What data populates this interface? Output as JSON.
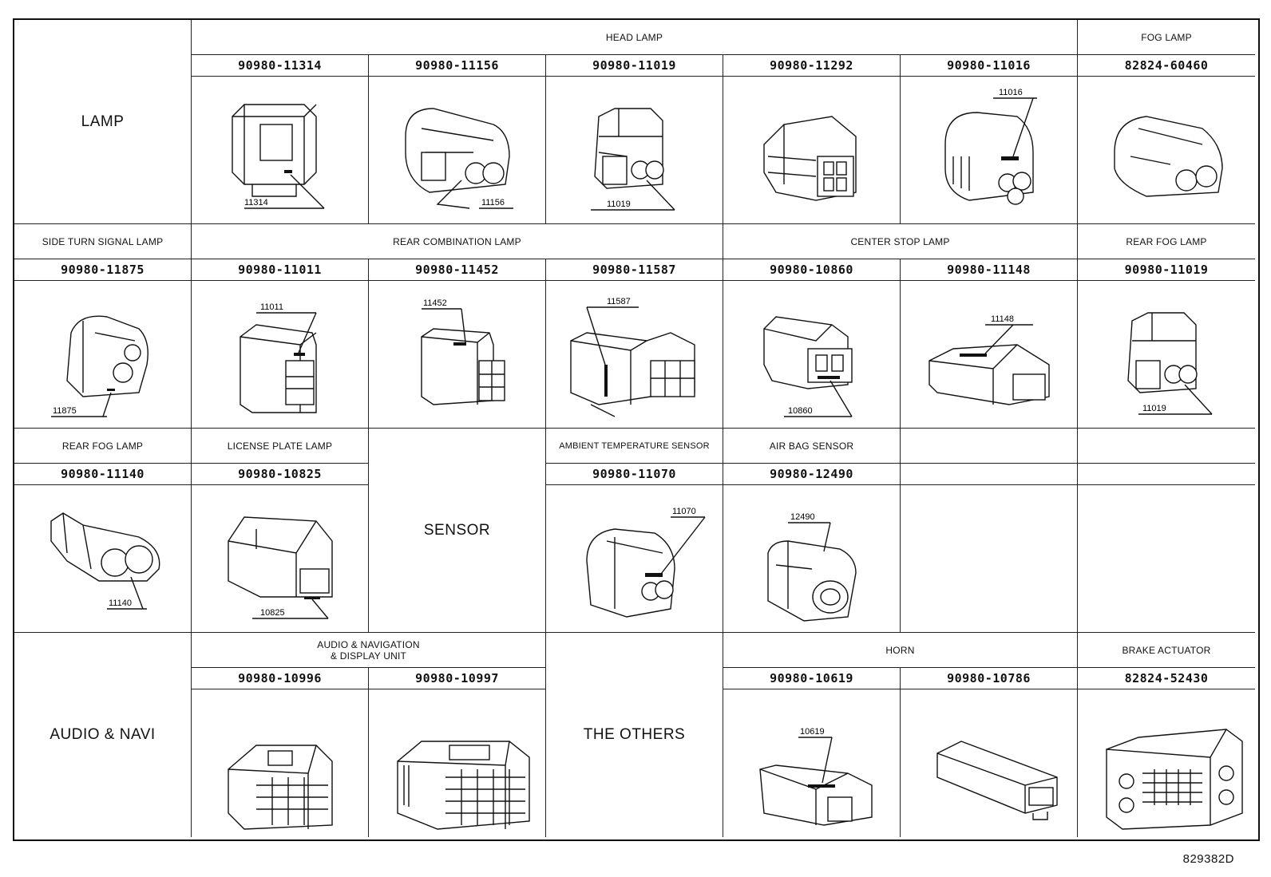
{
  "figure_id": "829382D",
  "row1": {
    "category": "LAMP",
    "head_lamp": "HEAD LAMP",
    "fog_lamp": "FOG LAMP",
    "parts": [
      "90980-11314",
      "90980-11156",
      "90980-11019",
      "90980-11292",
      "90980-11016",
      "82824-60460"
    ],
    "captions": [
      "11314",
      "11156",
      "11019",
      "",
      "11016",
      ""
    ]
  },
  "row2": {
    "side_turn": "SIDE TURN SIGNAL LAMP",
    "rear_combo": "REAR COMBINATION LAMP",
    "center_stop": "CENTER STOP LAMP",
    "rear_fog": "REAR FOG LAMP",
    "parts": [
      "90980-11875",
      "90980-11011",
      "90980-11452",
      "90980-11587",
      "90980-10860",
      "90980-11148",
      "90980-11019"
    ],
    "captions": [
      "11875",
      "11011",
      "11452",
      "11587",
      "10860",
      "11148",
      "11019"
    ]
  },
  "row3": {
    "rear_fog": "REAR FOG LAMP",
    "license": "LICENSE PLATE LAMP",
    "sensor": "SENSOR",
    "ambient": "AMBIENT TEMPERATURE SENSOR",
    "airbag": "AIR BAG SENSOR",
    "parts": [
      "90980-11140",
      "90980-10825",
      "90980-11070",
      "90980-12490"
    ],
    "captions": [
      "11140",
      "10825",
      "11070",
      "12490"
    ]
  },
  "row4": {
    "category": "AUDIO & NAVI",
    "audio_line1": "AUDIO & NAVIGATION",
    "audio_line2": "& DISPLAY UNIT",
    "others": "THE OTHERS",
    "horn": "HORN",
    "brake": "BRAKE ACTUATOR",
    "parts": [
      "90980-10996",
      "90980-10997",
      "90980-10619",
      "90980-10786",
      "82824-52430"
    ],
    "captions": [
      "10619"
    ]
  }
}
